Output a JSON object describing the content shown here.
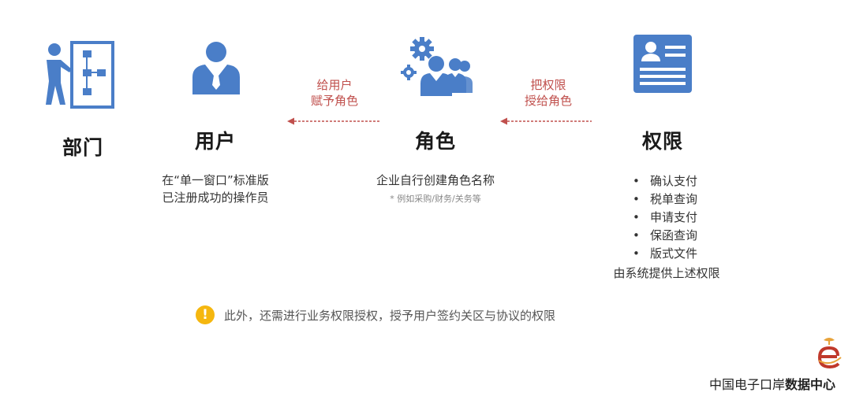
{
  "colors": {
    "icon_blue": "#4a7ec8",
    "arrow_red": "#c0504d",
    "warning_yellow": "#f5b70f"
  },
  "columns": {
    "department": {
      "title": "部门",
      "icon": "org-chart-person-icon"
    },
    "user": {
      "title": "用户",
      "icon": "user-person-icon",
      "desc_line1": "在“单一窗口”标准版",
      "desc_line2": "已注册成功的操作员"
    },
    "role": {
      "title": "角色",
      "icon": "group-gear-icon",
      "desc": "企业自行创建角色名称",
      "note": "* 例如采购/财务/关务等"
    },
    "permission": {
      "title": "权限",
      "icon": "id-card-icon",
      "items": [
        "确认支付",
        "税单查询",
        "申请支付",
        "保函查询",
        "版式文件"
      ],
      "footer": "由系统提供上述权限"
    }
  },
  "arrows": {
    "role_to_user": {
      "line1": "给用户",
      "line2": "赋予角色"
    },
    "perm_to_role": {
      "line1": "把权限",
      "line2": "授给角色"
    }
  },
  "notice": {
    "icon": "exclamation-icon",
    "symbol": "!",
    "text": "此外，还需进行业务权限授权，授予用户签约关区与协议的权限"
  },
  "brand": {
    "logo": "e-logo-icon",
    "normal": "中国电子口岸",
    "bold": "数据中心"
  }
}
